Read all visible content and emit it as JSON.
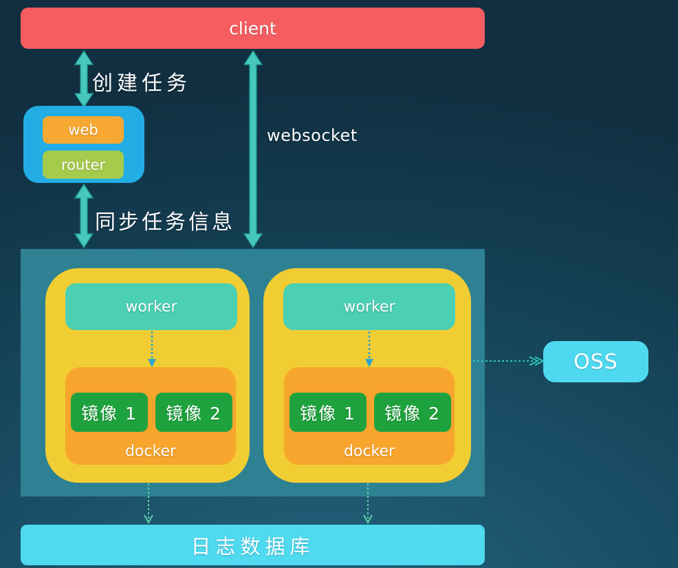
{
  "diagram": {
    "client": {
      "label": "client"
    },
    "gateway": {
      "web_label": "web",
      "router_label": "router"
    },
    "edges": {
      "create_task": {
        "label": "创建任务"
      },
      "sync_task": {
        "label": "同步任务信息"
      },
      "websocket": {
        "label": "websocket"
      }
    },
    "cluster": {
      "nodes": [
        {
          "worker_label": "worker",
          "docker_label": "docker",
          "images": [
            "镜像 1",
            "镜像 2"
          ]
        },
        {
          "worker_label": "worker",
          "docker_label": "docker",
          "images": [
            "镜像 1",
            "镜像 2"
          ]
        }
      ]
    },
    "oss": {
      "label": "OSS"
    },
    "log_db": {
      "label": "日志数据库"
    },
    "colors": {
      "background_dark": "#112f41",
      "background_light": "#22647e",
      "client_red": "#f65d61",
      "gateway_blue": "#23ade5",
      "web_orange": "#f6a832",
      "router_green": "#a5cb4d",
      "cluster_teal": "#2e8192",
      "node_yellow": "#f1cd34",
      "worker_teal": "#4bd0b3",
      "docker_orange": "#f7a52d",
      "image_green": "#1ea23d",
      "oss_cyan": "#4fd9f0",
      "arrow_teal": "#46c8be",
      "arrow_blue": "#2da4cd",
      "arrow_green": "#5fcfa6"
    }
  }
}
